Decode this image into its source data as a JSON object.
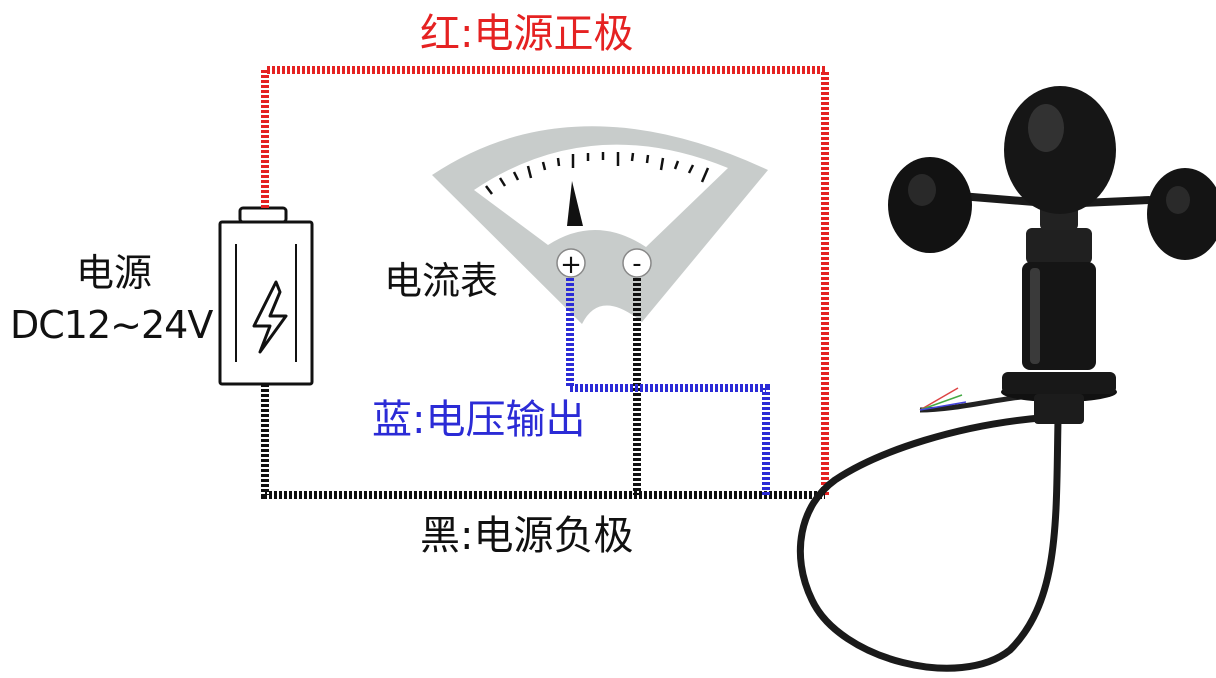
{
  "labels": {
    "red_wire": "红:电源正极",
    "blue_wire": "蓝:电压输出",
    "black_wire": "黑:电源负极",
    "power_supply_title": "电源",
    "power_supply_voltage": "DC12~24V",
    "meter_title": "电流表",
    "meter_plus": "+",
    "meter_minus": "-"
  },
  "colors": {
    "red_wire": "#e52222",
    "blue_wire": "#2b2bd6",
    "black_wire": "#111111",
    "meter_gray": "#c8cccb"
  },
  "icons": {
    "power_supply": "battery-lightning-icon",
    "meter": "analog-ammeter-icon",
    "sensor": "cup-anemometer-icon"
  }
}
